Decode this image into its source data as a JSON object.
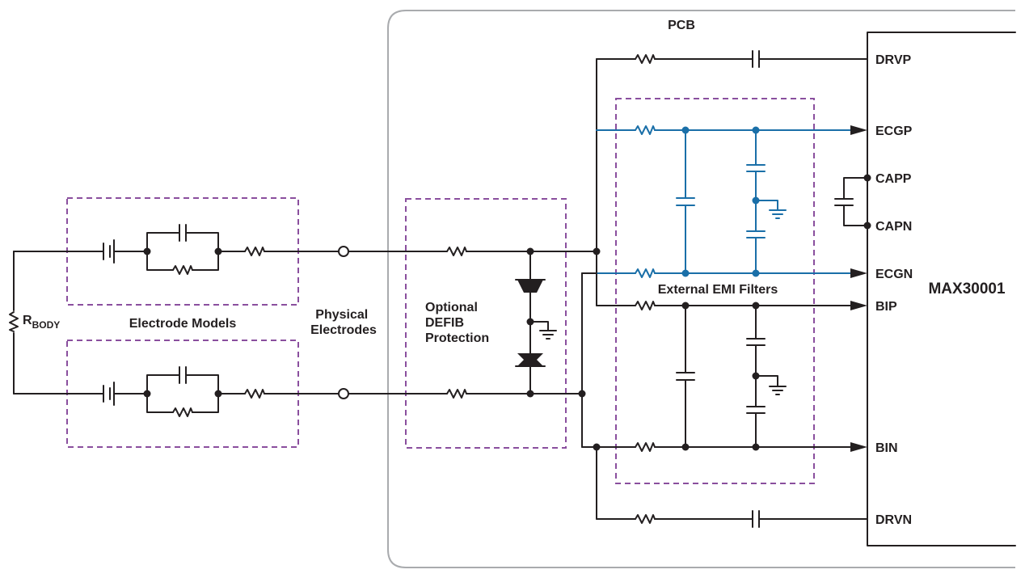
{
  "labels": {
    "pcb": "PCB",
    "electrode_models": "Electrode Models",
    "physical_electrodes": [
      "Physical",
      "Electrodes"
    ],
    "defib": [
      "Optional",
      "DEFIB",
      "Protection"
    ],
    "emi_filters": "External EMI Filters",
    "r_body_main": "R",
    "r_body_sub": "BODY",
    "chip": "MAX30001"
  },
  "pins": {
    "drvp": "DRVP",
    "ecgp": "ECGP",
    "capp": "CAPP",
    "capn": "CAPN",
    "ecgn": "ECGN",
    "bip": "BIP",
    "bin": "BIN",
    "drvn": "DRVN"
  },
  "colors": {
    "wire": "#231f20",
    "ecg_path": "#1a6fa8",
    "dashed_box": "#8a4f9e",
    "pcb_outline": "#a9abae"
  }
}
